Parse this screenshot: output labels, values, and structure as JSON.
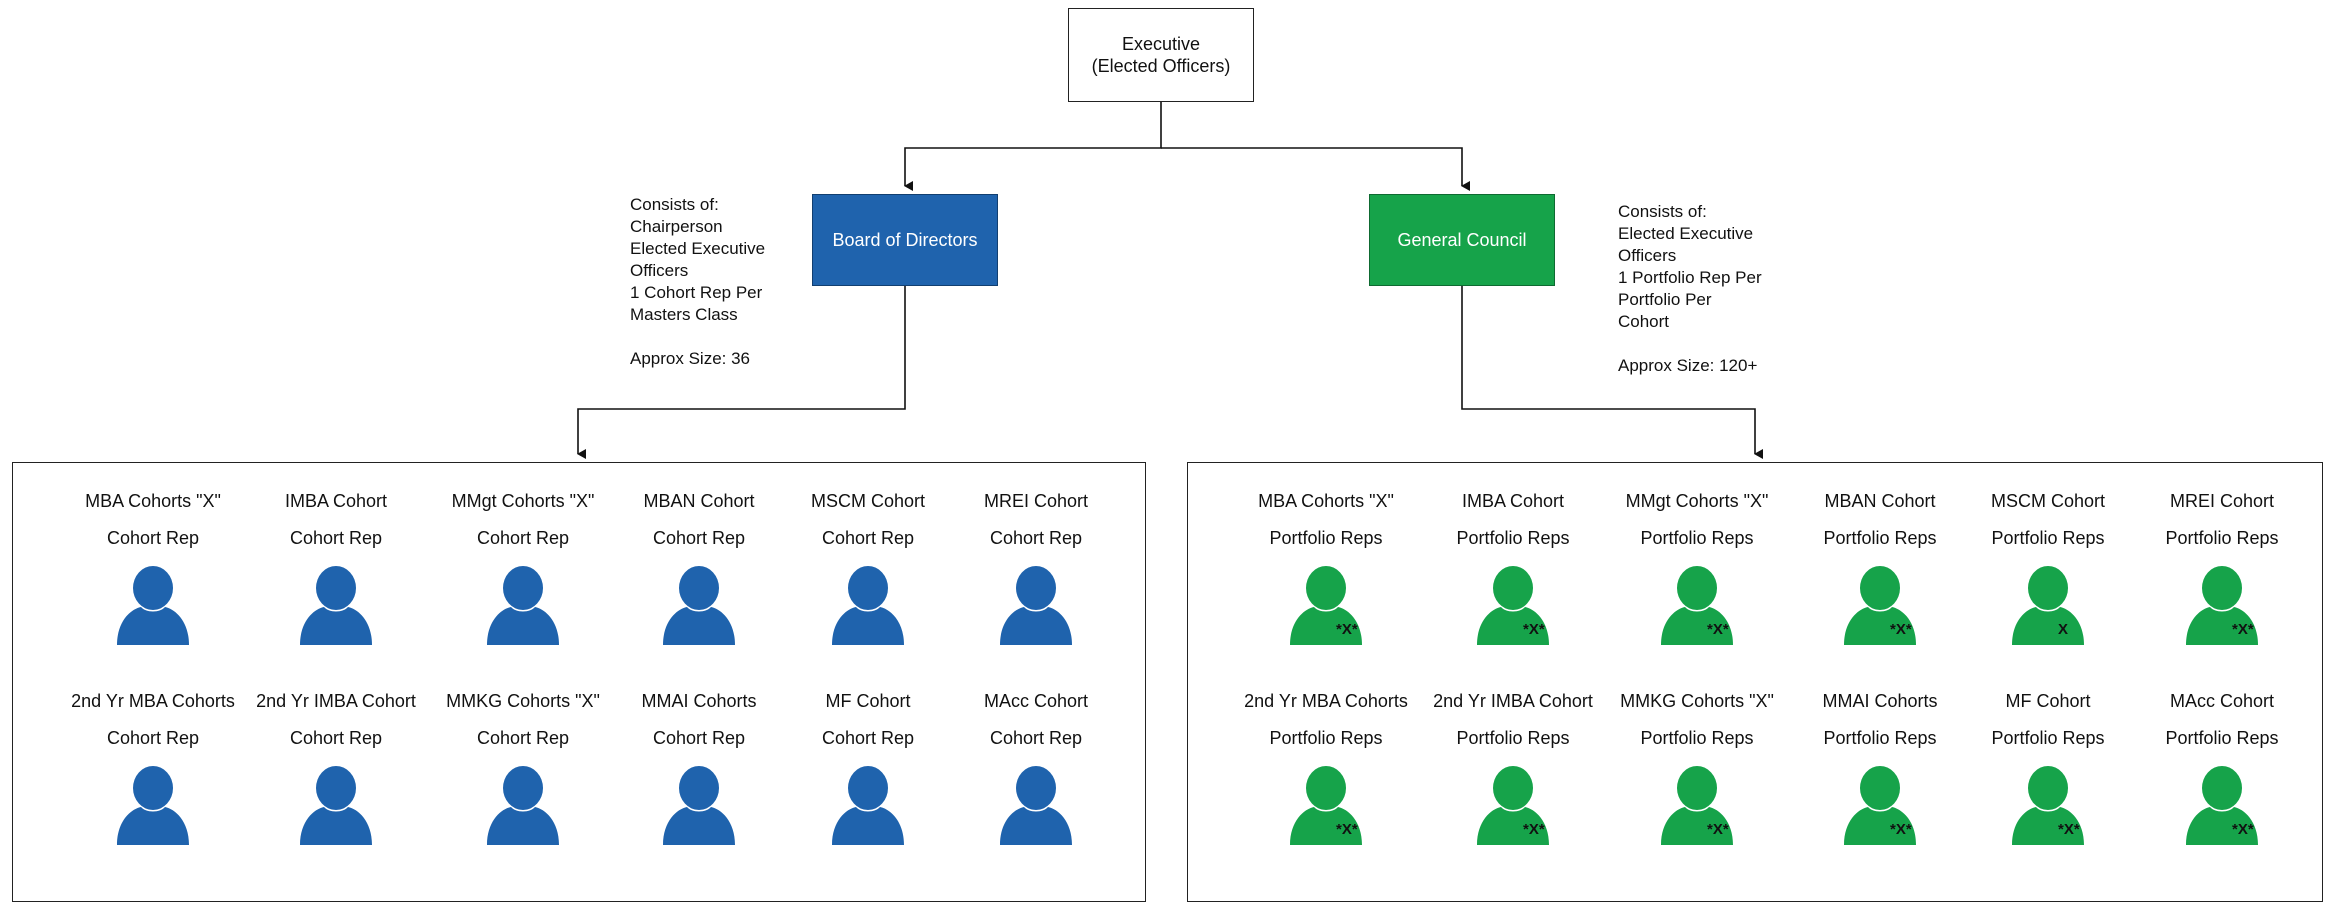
{
  "executive": {
    "line1": "Executive",
    "line2": "(Elected Officers)"
  },
  "board": {
    "title": "Board of Directors",
    "note": "Consists of:\nChairperson\nElected Executive\nOfficers\n1 Cohort Rep Per\nMasters Class\n\nApprox Size: 36",
    "colors": {
      "box": "#1f63ad",
      "person": "#1f63ad"
    },
    "members": [
      {
        "name": "MBA Cohorts \"X\"",
        "role": "Cohort Rep"
      },
      {
        "name": "IMBA Cohort",
        "role": "Cohort Rep"
      },
      {
        "name": "MMgt Cohorts \"X\"",
        "role": "Cohort Rep"
      },
      {
        "name": "MBAN Cohort",
        "role": "Cohort Rep"
      },
      {
        "name": "MSCM Cohort",
        "role": "Cohort Rep"
      },
      {
        "name": "MREI Cohort",
        "role": "Cohort Rep"
      },
      {
        "name": "2nd Yr MBA Cohorts",
        "role": "Cohort Rep"
      },
      {
        "name": "2nd Yr IMBA Cohort",
        "role": "Cohort Rep"
      },
      {
        "name": "MMKG Cohorts \"X\"",
        "role": "Cohort Rep"
      },
      {
        "name": "MMAI Cohorts",
        "role": "Cohort Rep"
      },
      {
        "name": "MF Cohort",
        "role": "Cohort Rep"
      },
      {
        "name": "MAcc Cohort",
        "role": "Cohort Rep"
      }
    ]
  },
  "council": {
    "title": "General Council",
    "note": "Consists of:\nElected Executive\nOfficers\n1 Portfolio Rep Per\nPortfolio Per\nCohort\n\nApprox Size: 120+",
    "colors": {
      "box": "#16a34a",
      "person": "#16a34a"
    },
    "members": [
      {
        "name": "MBA Cohorts \"X\"",
        "role": "Portfolio Reps",
        "mark": "*X*"
      },
      {
        "name": "IMBA Cohort",
        "role": "Portfolio Reps",
        "mark": "*X*"
      },
      {
        "name": "MMgt Cohorts \"X\"",
        "role": "Portfolio Reps",
        "mark": "*X*"
      },
      {
        "name": "MBAN Cohort",
        "role": "Portfolio Reps",
        "mark": "*X*"
      },
      {
        "name": "MSCM Cohort",
        "role": "Portfolio Reps",
        "mark": "X"
      },
      {
        "name": "MREI Cohort",
        "role": "Portfolio Reps",
        "mark": "*X*"
      },
      {
        "name": "2nd Yr MBA Cohorts",
        "role": "Portfolio Reps",
        "mark": "*X*"
      },
      {
        "name": "2nd Yr IMBA Cohort",
        "role": "Portfolio Reps",
        "mark": "*X*"
      },
      {
        "name": "MMKG Cohorts \"X\"",
        "role": "Portfolio Reps",
        "mark": "*X*"
      },
      {
        "name": "MMAI Cohorts",
        "role": "Portfolio Reps",
        "mark": "*X*"
      },
      {
        "name": "MF Cohort",
        "role": "Portfolio Reps",
        "mark": "*X*"
      },
      {
        "name": "MAcc Cohort",
        "role": "Portfolio Reps",
        "mark": "*X*"
      }
    ]
  }
}
